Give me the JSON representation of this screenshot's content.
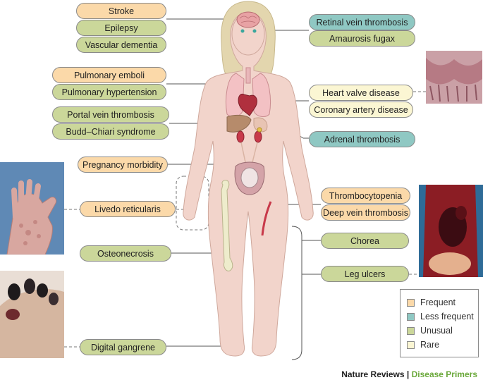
{
  "colors": {
    "frequent": "#fbd9a9",
    "less_frequent": "#8fc8c3",
    "unusual": "#cbd79a",
    "rare": "#fbf6d3",
    "body": "#f2d4cb",
    "hair": "#e3d6ae"
  },
  "labels": {
    "stroke": "Stroke",
    "epilepsy": "Epilepsy",
    "vascular_dementia": "Vascular dementia",
    "pulmonary_emboli": "Pulmonary emboli",
    "pulmonary_hypertension": "Pulmonary hypertension",
    "portal_vein_thrombosis": "Portal vein thrombosis",
    "budd_chiari": "Budd–Chiari syndrome",
    "pregnancy_morbidity": "Pregnancy morbidity",
    "livedo_reticularis": "Livedo reticularis",
    "osteonecrosis": "Osteonecrosis",
    "digital_gangrene": "Digital gangrene",
    "retinal_vein_thrombosis": "Retinal vein thrombosis",
    "amaurosis_fugax": "Amaurosis fugax",
    "heart_valve_disease": "Heart valve disease",
    "coronary_artery_disease": "Coronary artery disease",
    "adrenal_thrombosis": "Adrenal thrombosis",
    "thrombocytopenia": "Thrombocytopenia",
    "deep_vein_thrombosis": "Deep vein thrombosis",
    "chorea": "Chorea",
    "leg_ulcers": "Leg ulcers"
  },
  "legend": {
    "frequent": "Frequent",
    "less_frequent": "Less frequent",
    "unusual": "Unusual",
    "rare": "Rare"
  },
  "credit": {
    "publisher": "Nature Reviews",
    "separator": " | ",
    "series": "Disease Primers"
  }
}
